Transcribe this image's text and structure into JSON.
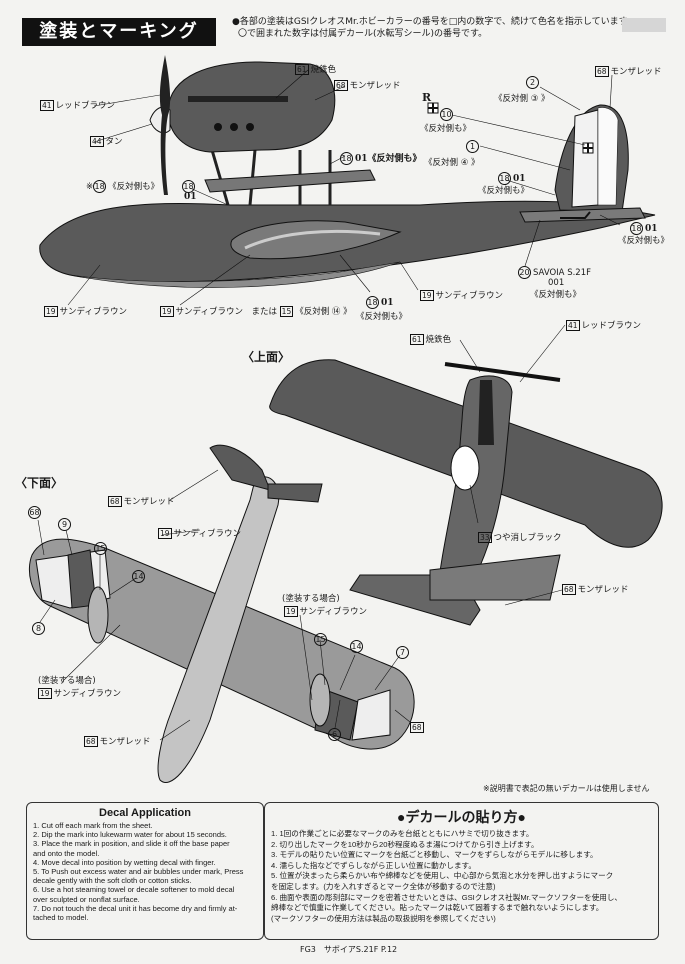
{
  "title": "塗装とマーキング",
  "notes": [
    "●各部の塗装はGSIクレオスMr.ホビーカラーの番号を□内の数字で、続けて色名を指示しています。",
    "〇で囲まれた数字は付属デカール(水転写シール)の番号です。"
  ],
  "side_labels": {
    "l61": {
      "num": "61",
      "text": "焼鉄色"
    },
    "l68a": {
      "num": "68",
      "text": "モンザレッド"
    },
    "l68b": {
      "num": "68",
      "text": "モンザレッド"
    },
    "l41": {
      "num": "41",
      "text": "レッドブラウン"
    },
    "l44": {
      "num": "44",
      "text": "タン"
    },
    "l19a": {
      "num": "19",
      "text": "サンディブラウン"
    },
    "l19b": {
      "num": "19",
      "text": "サンディブラウン"
    },
    "l19c": {
      "num": "19",
      "text": "サンディブラウン　または"
    },
    "l19c_tail": {
      "num": "15",
      "text": "《反対側 ⑭ 》"
    },
    "r_mark": "R",
    "d2": {
      "num": "2",
      "text": ""
    },
    "d2_rev": "《反対側 ③ 》",
    "d10": {
      "num": "10",
      "text": ""
    },
    "d10_rev": "《反対側も》",
    "d1": {
      "num": "1",
      "text": ""
    },
    "d1_rev": "《反対側 ④ 》",
    "d18a": {
      "num": "18",
      "text": "01《反対側も》"
    },
    "d18b_num": "18",
    "d18b_txt": "01",
    "d18b_rev": "《反対側も》",
    "d18c_num": "18",
    "d18c_txt": "01",
    "d18c_rev": "《反対側も》",
    "d18d_num": "18",
    "d18d_txt": "01",
    "d18d_rev": "《反対側も》",
    "d18e_pre": "※",
    "d18e_num": "18",
    "d18e_rev": "《反対側も》",
    "d18f_num": "18",
    "d18f_txt": "01",
    "d20_num": "20",
    "d20_txt": "SAVOIA S.21F",
    "d20_sub": "001",
    "d20_rev": "《反対側も》"
  },
  "top_view": {
    "heading": "〈上面〉",
    "l61": {
      "num": "61",
      "text": "焼鉄色"
    },
    "l41": {
      "num": "41",
      "text": "レッドブラウン"
    },
    "l33": {
      "num": "33",
      "text": "つや消しブラック"
    },
    "l68": {
      "num": "68",
      "text": "モンザレッド"
    }
  },
  "bottom_view": {
    "heading": "〈下面〉",
    "l68a": {
      "num": "68",
      "text": "モンザレッド"
    },
    "l19a": {
      "num": "19",
      "text": "サンディブラウン"
    },
    "paint_note_a": "(塗装する場合)",
    "l19b": {
      "num": "19",
      "text": "サンディブラウン"
    },
    "paint_note_b": "(塗装する場合)",
    "l19c": {
      "num": "19",
      "text": "サンディブラウン"
    },
    "l68b": {
      "num": "68",
      "text": "モンザレッド"
    },
    "l68c": "68",
    "decals": [
      "68",
      "9",
      "15",
      "14",
      "8",
      "15",
      "14",
      "7",
      "6"
    ]
  },
  "unused_note": "※説明書で表記の無いデカールは使用しません",
  "decal_application": {
    "heading": "Decal Application",
    "steps": [
      "1. Cut off each mark from the sheet.",
      "2. Dip the mark into lukewarm water for about 15 seconds.",
      "3. Place the mark in position, and slide it off the base paper",
      "    and onto the model.",
      "4. Move decal into position by wetting decal with finger.",
      "5. To Push out excess water and air bubbles under mark, Press",
      "    decale gently with the soft cloth or cotton sticks.",
      "6. Use a hot steaming towel or decale softener to mold decal",
      "    over sculpted or nonflat surface.",
      "7. Do not touch the decal  unit it has become dry and firmly at-",
      "    tached to model."
    ]
  },
  "decal_jp": {
    "heading": "●デカールの貼り方●",
    "steps": [
      "1. 1回の作業ごとに必要なマークのみを台紙とともにハサミで切り抜きます。",
      "2. 切り出したマークを10秒から20秒程度ぬるま湯につけてから引き上げます。",
      "3. モデルの貼りたい位置にマークを台紙ごと移動し、マークをずらしながらモデルに移します。",
      "4. 濡らした指などでずらしながら正しい位置に動かします。",
      "5. 位置が決まったら柔らかい布や綿棒などを使用し、中心部から気泡と水分を押し出すようにマーク",
      "    を固定します。(力を入れすぎるとマーク全体が移動するので注意)",
      "6. 曲面や表面の彫刻部にマークを密着させたいときは、GSIクレオス社製Mr.マークソフターを使用し、",
      "    綿棒などで慎重に作業してください。貼ったマークは乾いて固着するまで触れないようにします。",
      "    (マークソフターの使用方法は製品の取扱説明を参照してください)"
    ]
  },
  "footer": "FG3　サボイアS.21F  P.12",
  "colors": {
    "ink": "#1a1a1a",
    "dark_gray": "#5a5a5a",
    "mid_gray": "#8c8c8c",
    "light_gray": "#b9b9b9",
    "paper": "#f3f3f1"
  }
}
